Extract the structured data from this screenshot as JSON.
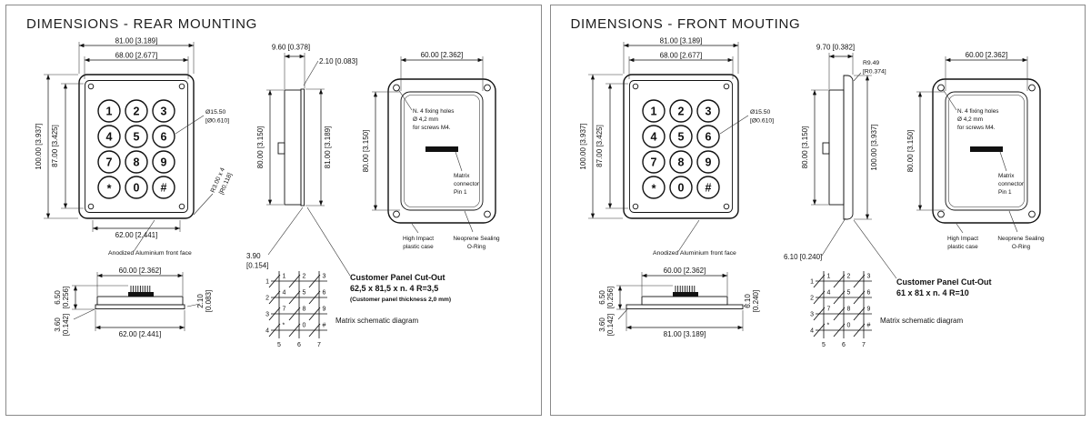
{
  "shared": {
    "keys": [
      "1",
      "2",
      "3",
      "4",
      "5",
      "6",
      "7",
      "8",
      "9",
      "*",
      "0",
      "#"
    ],
    "matrix": {
      "row_pins": [
        "1",
        "2",
        "3",
        "4"
      ],
      "col_pins": [
        "5",
        "6",
        "7"
      ],
      "caption": "Matrix schematic diagram"
    },
    "labels": {
      "front_face": "Anodized Aluminium front face",
      "fixing_holes": [
        "N. 4 fixing holes",
        "Ø 4,2 mm",
        "for screws M4."
      ],
      "connector": [
        "Matrix",
        "connector",
        "Pin 1"
      ],
      "case": [
        "High Impact",
        "plastic case"
      ],
      "oring": [
        "Neoprene Sealing",
        "O-Ring"
      ]
    }
  },
  "rear_mounting": {
    "title": "DIMENSIONS - REAR MOUNTING",
    "front_view": {
      "w_outer": "81.00 [3.189]",
      "w_inner": "68.00 [2.677]",
      "h_outer": "100.00 [3.937]",
      "h_inner": "87.00 [3.425]",
      "w_bottom": "62.00 [2.441]",
      "key_dia": [
        "Ø15.50",
        "[Ø0.610]"
      ],
      "corner_radius": [
        "R3.00 x 4",
        "[R0.118]"
      ]
    },
    "side_view": {
      "depth": "9.60 [0.378]",
      "face_thickness": "2.10 [0.083]",
      "h_case": "80.00 [3.150]",
      "h_face": "81.00 [3.189]",
      "step": [
        "3.90",
        "[0.154]"
      ]
    },
    "rear_view": {
      "w_top": "60.00 [2.362]",
      "h_left": "80.00 [3.150]"
    },
    "bottom_view": {
      "h_total": [
        "6.50",
        "[0.256]"
      ],
      "w_top": "60.00 [2.362]",
      "h_face": [
        "2.10",
        "[0.083]"
      ],
      "h_step": [
        "3.60",
        "[0.142]"
      ],
      "w_bottom": "62.00 [2.441]"
    },
    "cutout": [
      "Customer Panel Cut-Out",
      "62,5 x 81,5 x n. 4  R=3,5",
      "(Customer panel thickness 2,0 mm)"
    ]
  },
  "front_mounting": {
    "title": "DIMENSIONS - FRONT MOUTING",
    "front_view": {
      "w_outer": "81.00 [3.189]",
      "w_inner": "68.00 [2.677]",
      "h_outer": "100.00 [3.937]",
      "h_inner": "87.00 [3.425]",
      "key_dia": [
        "Ø15.50",
        "[Ø0.610]"
      ]
    },
    "side_view": {
      "depth": "9.70 [0.382]",
      "radius": [
        "R9.49",
        "[R0.374]"
      ],
      "h_case": "80.00 [3.150]",
      "h_face": "100.00 [3.937]",
      "step": "6.10 [0.240]"
    },
    "rear_view": {
      "w_top": "60.00 [2.362]",
      "h_left": "80.00 [3.150]"
    },
    "bottom_view": {
      "h_total": [
        "6.50",
        "[0.256]"
      ],
      "w_top": "60.00 [2.362]",
      "h_face": [
        "6.10",
        "[0.240]"
      ],
      "h_step": [
        "3.60",
        "[0.142]"
      ],
      "w_bottom": "81.00 [3.189]"
    },
    "cutout": [
      "Customer Panel Cut-Out",
      "61 x 81 x n. 4  R=10"
    ]
  }
}
